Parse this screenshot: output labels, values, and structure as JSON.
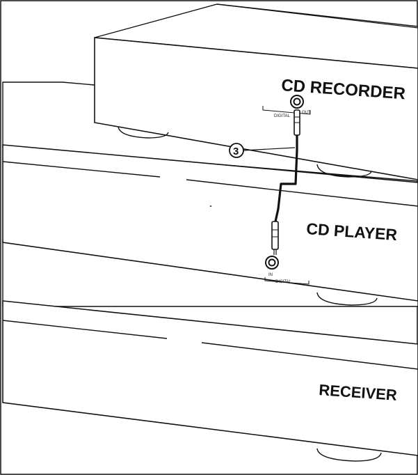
{
  "devices": {
    "recorder": {
      "label": "CD RECORDER",
      "port_label": "DIGITAL",
      "port_io": "OUT"
    },
    "player": {
      "label": "CD PLAYER",
      "port_label": "DIGITAL",
      "port_io": "IN"
    },
    "receiver": {
      "label": "RECEIVER"
    }
  },
  "callout": {
    "number": "3"
  },
  "colors": {
    "line": "#111111",
    "background": "#ffffff"
  }
}
